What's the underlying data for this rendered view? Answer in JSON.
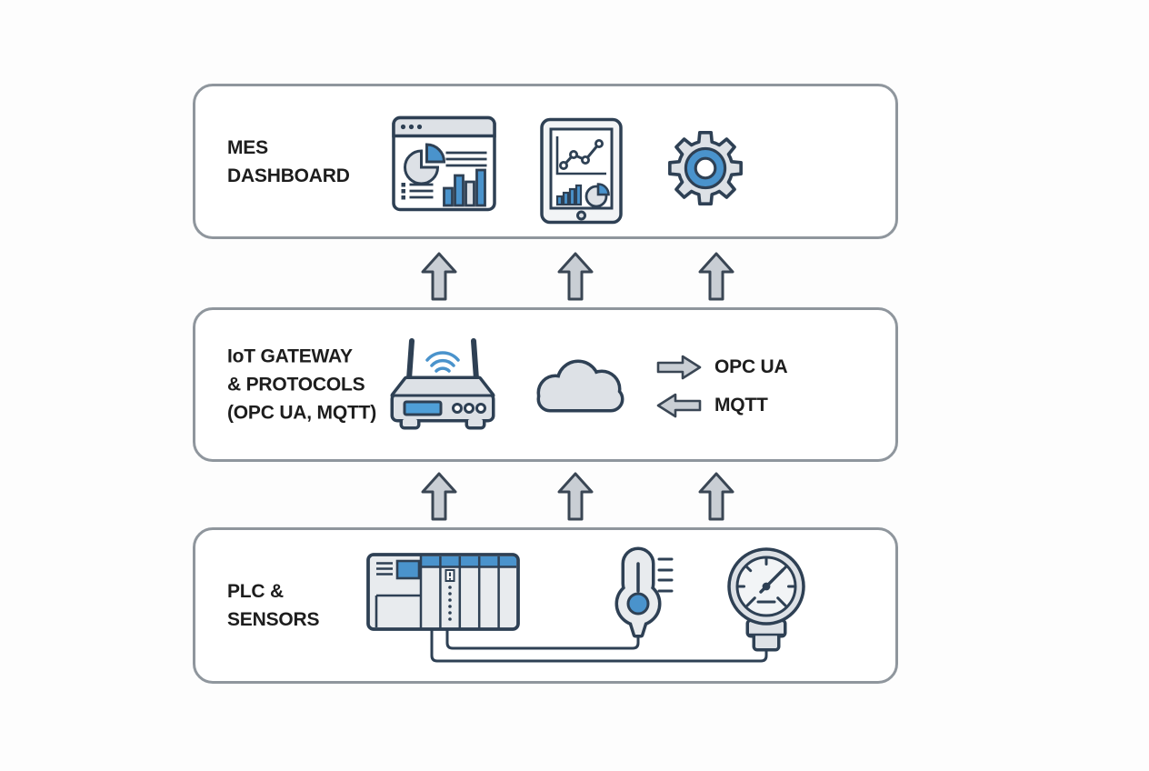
{
  "diagram": {
    "layers": [
      {
        "id": "mes-dashboard",
        "label_lines": [
          "MES",
          "DASHBOARD"
        ],
        "icons": [
          "analytics-window-icon",
          "tablet-charts-icon",
          "gear-icon"
        ]
      },
      {
        "id": "iot-gateway",
        "label_lines": [
          "IoT GATEWAY",
          "& PROTOCOLS",
          "(OPC UA, MQTT)"
        ],
        "icons": [
          "wifi-router-icon",
          "cloud-icon"
        ],
        "protocols": [
          {
            "label": "OPC UA",
            "direction": "right"
          },
          {
            "label": "MQTT",
            "direction": "left"
          }
        ]
      },
      {
        "id": "plc-sensors",
        "label_lines": [
          "PLC &",
          "SENSORS"
        ],
        "icons": [
          "plc-rack-icon",
          "thermometer-probe-icon",
          "pressure-gauge-icon"
        ]
      }
    ],
    "flow_arrows": {
      "direction": "up",
      "count_per_gap": 3
    },
    "colors": {
      "outline": "#2e4054",
      "fill_gray": "#dde1e6",
      "accent_blue": "#4a93cc",
      "box_border": "#8f969d",
      "arrow_fill": "#c9ced4",
      "text": "#1d1d1d",
      "background": "#fdfdfd"
    }
  }
}
